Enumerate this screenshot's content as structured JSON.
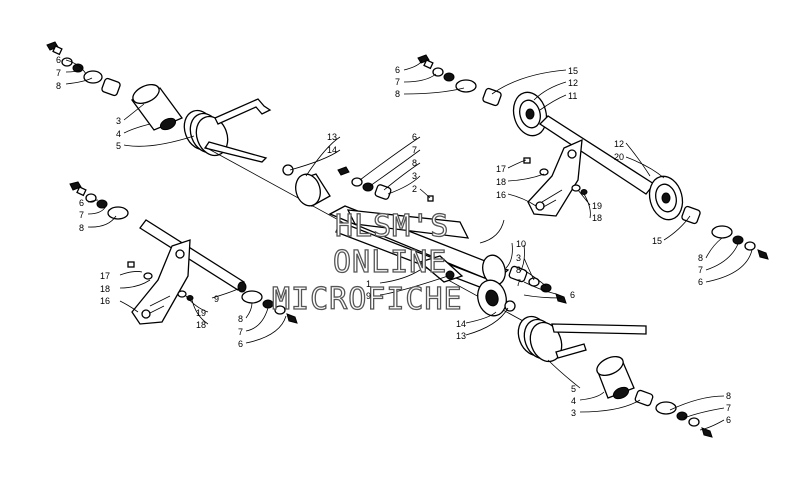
{
  "watermark": {
    "line1": "HLSM'S",
    "line2": "ONLINE",
    "line3": "MICROFICHE"
  },
  "labels": [
    {
      "id": "tl-6",
      "text": "6"
    },
    {
      "id": "tl-7",
      "text": "7"
    },
    {
      "id": "tl-8",
      "text": "8"
    },
    {
      "id": "tl-3",
      "text": "3"
    },
    {
      "id": "tl-4",
      "text": "4"
    },
    {
      "id": "tl-5",
      "text": "5"
    },
    {
      "id": "ml-6",
      "text": "6"
    },
    {
      "id": "ml-7",
      "text": "7"
    },
    {
      "id": "ml-8",
      "text": "8"
    },
    {
      "id": "ml-17",
      "text": "17"
    },
    {
      "id": "ml-18",
      "text": "18"
    },
    {
      "id": "ml-16",
      "text": "16"
    },
    {
      "id": "ml-9",
      "text": "9"
    },
    {
      "id": "ml-19",
      "text": "19"
    },
    {
      "id": "ml-18b",
      "text": "18"
    },
    {
      "id": "mb-8",
      "text": "8"
    },
    {
      "id": "mb-7",
      "text": "7"
    },
    {
      "id": "mb-6",
      "text": "6"
    },
    {
      "id": "c-13",
      "text": "13"
    },
    {
      "id": "c-14",
      "text": "14"
    },
    {
      "id": "c-6",
      "text": "6"
    },
    {
      "id": "c-7",
      "text": "7"
    },
    {
      "id": "c-8",
      "text": "8"
    },
    {
      "id": "c-3",
      "text": "3"
    },
    {
      "id": "c-2",
      "text": "2"
    },
    {
      "id": "c-10",
      "text": "10"
    },
    {
      "id": "c-3b",
      "text": "3"
    },
    {
      "id": "c-8b",
      "text": "8"
    },
    {
      "id": "c-7b",
      "text": "7"
    },
    {
      "id": "c-6b",
      "text": "6"
    },
    {
      "id": "c-1",
      "text": "1"
    },
    {
      "id": "c-9",
      "text": "9"
    },
    {
      "id": "c-14b",
      "text": "14"
    },
    {
      "id": "c-13b",
      "text": "13"
    },
    {
      "id": "tr-6",
      "text": "6"
    },
    {
      "id": "tr-7",
      "text": "7"
    },
    {
      "id": "tr-8",
      "text": "8"
    },
    {
      "id": "tr-15",
      "text": "15"
    },
    {
      "id": "tr-12",
      "text": "12"
    },
    {
      "id": "tr-11",
      "text": "11"
    },
    {
      "id": "tr-12b",
      "text": "12"
    },
    {
      "id": "tr-20",
      "text": "20"
    },
    {
      "id": "tr-17",
      "text": "17"
    },
    {
      "id": "tr-18",
      "text": "18"
    },
    {
      "id": "tr-16",
      "text": "16"
    },
    {
      "id": "tr-19",
      "text": "19"
    },
    {
      "id": "tr-18b",
      "text": "18"
    },
    {
      "id": "tr-15b",
      "text": "15"
    },
    {
      "id": "r-8",
      "text": "8"
    },
    {
      "id": "r-7",
      "text": "7"
    },
    {
      "id": "r-6",
      "text": "6"
    },
    {
      "id": "br-5",
      "text": "5"
    },
    {
      "id": "br-4",
      "text": "4"
    },
    {
      "id": "br-3",
      "text": "3"
    },
    {
      "id": "br-8",
      "text": "8"
    },
    {
      "id": "br-7",
      "text": "7"
    },
    {
      "id": "br-6",
      "text": "6"
    }
  ]
}
